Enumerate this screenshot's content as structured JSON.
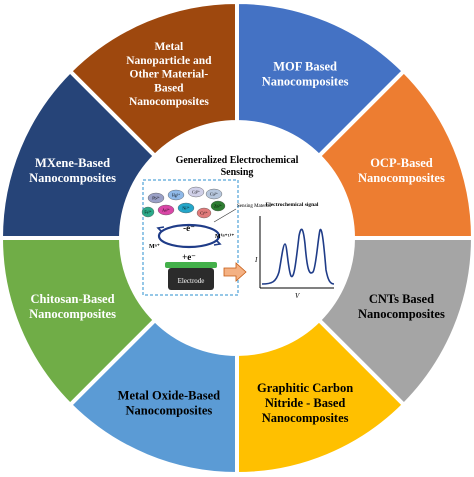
{
  "center": {
    "title_line1": "Generalized Electrochemical",
    "title_line2": "Sensing",
    "sensing_material_label": "Sensing Material",
    "signal_title": "Electrochemical signal",
    "electrode_label": "Electrode",
    "electron_top": "-e⁻",
    "electron_bottom": "+e⁻",
    "ion_left": "Mⁿ⁺",
    "ion_right": "M⁽ⁿ⁺¹⁾⁺",
    "y_axis": "I",
    "x_axis": "V"
  },
  "segments": [
    {
      "lines": [
        "MOF Based",
        "Nanocomposites"
      ],
      "color": "#4472C4",
      "text_color": "#ffffff"
    },
    {
      "lines": [
        "OCP-Based",
        "Nanocomposites"
      ],
      "color": "#ED7D31",
      "text_color": "#ffffff"
    },
    {
      "lines": [
        "CNTs Based",
        "Nanocomposites"
      ],
      "color": "#A5A5A5",
      "text_color": "#000000"
    },
    {
      "lines": [
        "Graphitic Carbon",
        "Nitride - Based",
        "Nanocomposites"
      ],
      "color": "#FFC000",
      "text_color": "#000000"
    },
    {
      "lines": [
        "Metal Oxide-Based",
        "Nanocomposites"
      ],
      "color": "#5B9BD5",
      "text_color": "#000000"
    },
    {
      "lines": [
        "Chitosan-Based",
        "Nanocomposites"
      ],
      "color": "#70AD47",
      "text_color": "#ffffff"
    },
    {
      "lines": [
        "MXene-Based",
        "Nanocomposites"
      ],
      "color": "#264478",
      "text_color": "#ffffff"
    },
    {
      "lines": [
        "Metal",
        "Nanoparticle and",
        "Other Material-",
        "Based",
        "Nanocomposites"
      ],
      "color": "#9E480E",
      "text_color": "#ffffff"
    }
  ],
  "analytes": [
    {
      "label": "Pb²⁺",
      "color": "#9AA0C6"
    },
    {
      "label": "Hg²⁺",
      "color": "#8FB9E8"
    },
    {
      "label": "Cd²⁺",
      "color": "#D0D0E8"
    },
    {
      "label": "Cu²⁺",
      "color": "#B7C7DD"
    },
    {
      "label": "Zn²⁺",
      "color": "#2E7D32"
    },
    {
      "label": "As³⁺",
      "color": "#D946A6"
    },
    {
      "label": "Ni²⁺",
      "color": "#24A6C9"
    },
    {
      "label": "Cr⁶⁺",
      "color": "#E07B7B"
    },
    {
      "label": "Fe³⁺",
      "color": "#2BAA8A"
    }
  ]
}
